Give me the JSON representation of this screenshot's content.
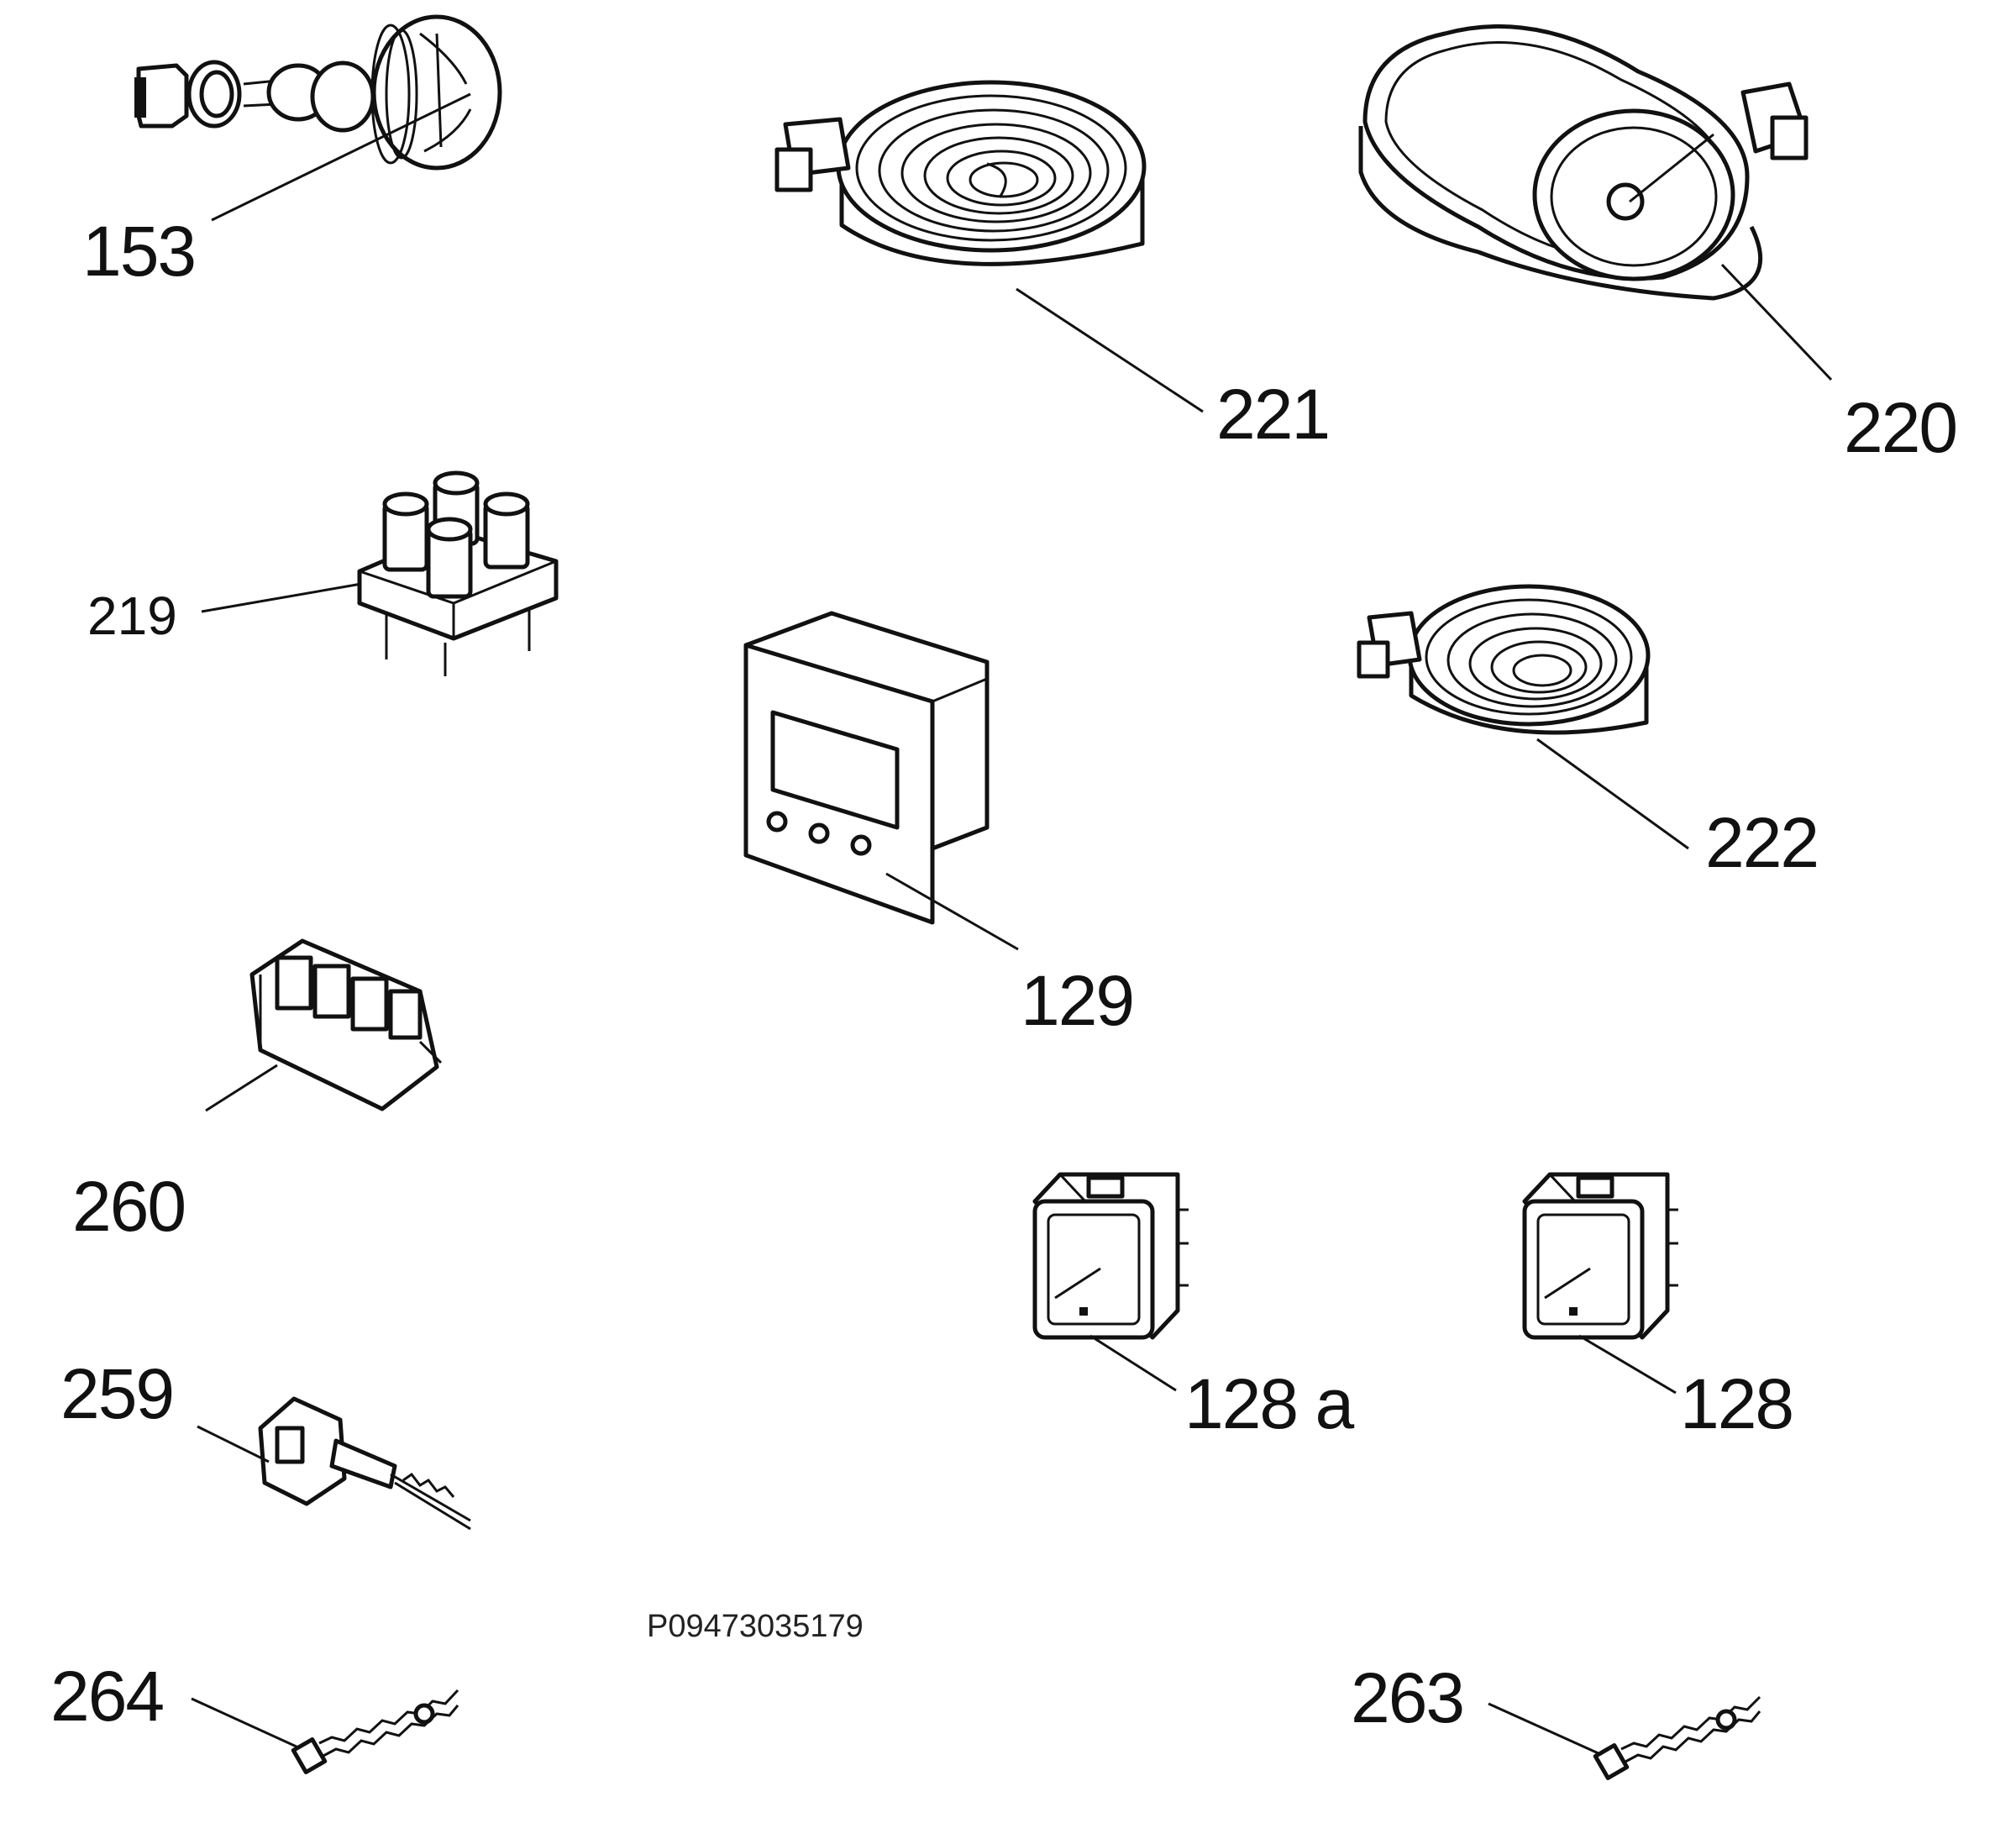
{
  "diagram": {
    "drawing_code": "P09473035179",
    "callouts": [
      {
        "id": "153",
        "text": "153"
      },
      {
        "id": "221",
        "text": "221"
      },
      {
        "id": "220",
        "text": "220"
      },
      {
        "id": "219",
        "text": "219"
      },
      {
        "id": "222",
        "text": "222"
      },
      {
        "id": "129",
        "text": "129"
      },
      {
        "id": "260",
        "text": "260"
      },
      {
        "id": "128a",
        "text": "128 a"
      },
      {
        "id": "128",
        "text": "128"
      },
      {
        "id": "259",
        "text": "259"
      },
      {
        "id": "264",
        "text": "264"
      },
      {
        "id": "263",
        "text": "263"
      }
    ],
    "parts": [
      {
        "id": "153",
        "icon": "lamp-holder-bulb-cover-icon"
      },
      {
        "id": "221",
        "icon": "radiant-heating-element-icon"
      },
      {
        "id": "220",
        "icon": "oval-dual-heating-element-icon"
      },
      {
        "id": "219",
        "icon": "push-button-switch-block-icon"
      },
      {
        "id": "222",
        "icon": "radiant-heating-element-small-icon"
      },
      {
        "id": "129",
        "icon": "electronic-timer-clock-icon"
      },
      {
        "id": "260",
        "icon": "rotary-selector-switch-icon"
      },
      {
        "id": "128a",
        "icon": "energy-regulator-icon"
      },
      {
        "id": "128",
        "icon": "energy-regulator-icon"
      },
      {
        "id": "259",
        "icon": "thermostat-icon"
      },
      {
        "id": "264",
        "icon": "sensor-probe-icon"
      },
      {
        "id": "263",
        "icon": "sensor-probe-icon"
      }
    ]
  }
}
